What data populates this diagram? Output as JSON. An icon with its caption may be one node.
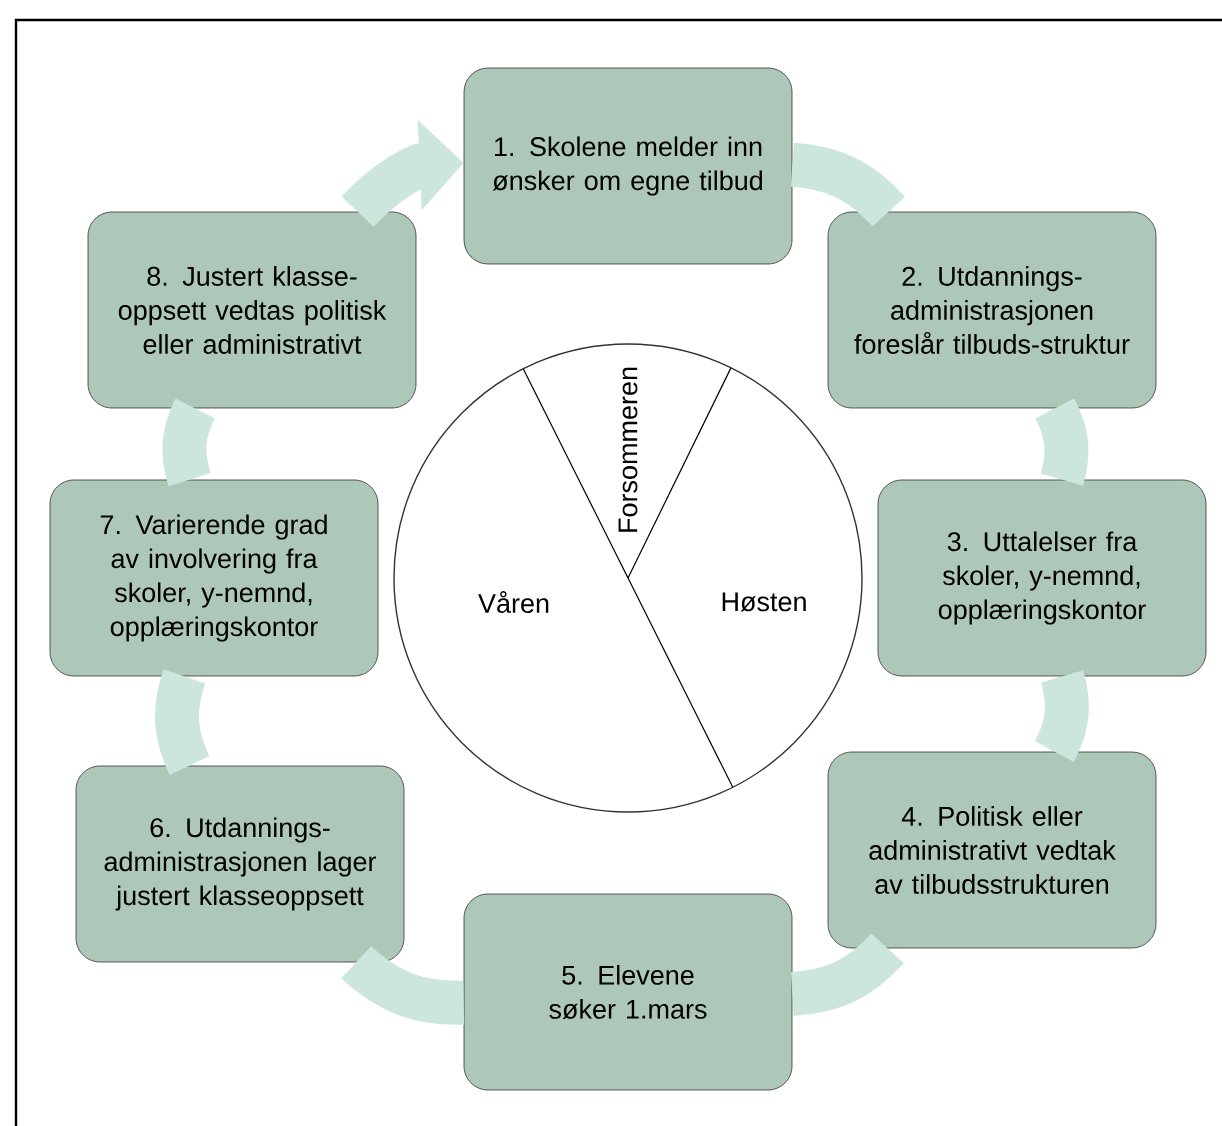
{
  "diagram": {
    "nodes": [
      {
        "text": [
          "1. Skolene melder inn ønsker om egne tilbud"
        ]
      },
      {
        "text": [
          "2. Utdannings-administrasjonen foreslår tilbuds-struktur"
        ]
      },
      {
        "text": [
          "3. Uttalelser fra skoler, y-nemnd, opplæringskontor"
        ]
      },
      {
        "text": [
          "4. Politisk eller administrativt vedtak av tilbudsstrukturen"
        ]
      },
      {
        "text": [
          "5. Elevene søker 1.mars"
        ]
      },
      {
        "text": [
          "6. Utdannings-administrasjonen lager justert klasseoppsett"
        ]
      },
      {
        "text": [
          "7. Varierende grad av involvering fra skoler, y-nemnd, opplæringskontor"
        ]
      },
      {
        "text": [
          "8. Justert klasse-oppsett vedtas politisk eller administrativt"
        ]
      },
      {
        "text": [
          "Forsommeren",
          "Våren",
          "Høsten"
        ]
      }
    ],
    "edges": [
      {
        "from": 0,
        "to": 1,
        "arrow": "none"
      },
      {
        "from": 1,
        "to": 2,
        "arrow": "none"
      },
      {
        "from": 2,
        "to": 3,
        "arrow": "none"
      },
      {
        "from": 3,
        "to": 4,
        "arrow": "none"
      },
      {
        "from": 4,
        "to": 5,
        "arrow": "none"
      },
      {
        "from": 5,
        "to": 6,
        "arrow": "none"
      },
      {
        "from": 6,
        "to": 7,
        "arrow": "none"
      },
      {
        "from": 7,
        "to": 0,
        "arrow": "to"
      }
    ]
  }
}
